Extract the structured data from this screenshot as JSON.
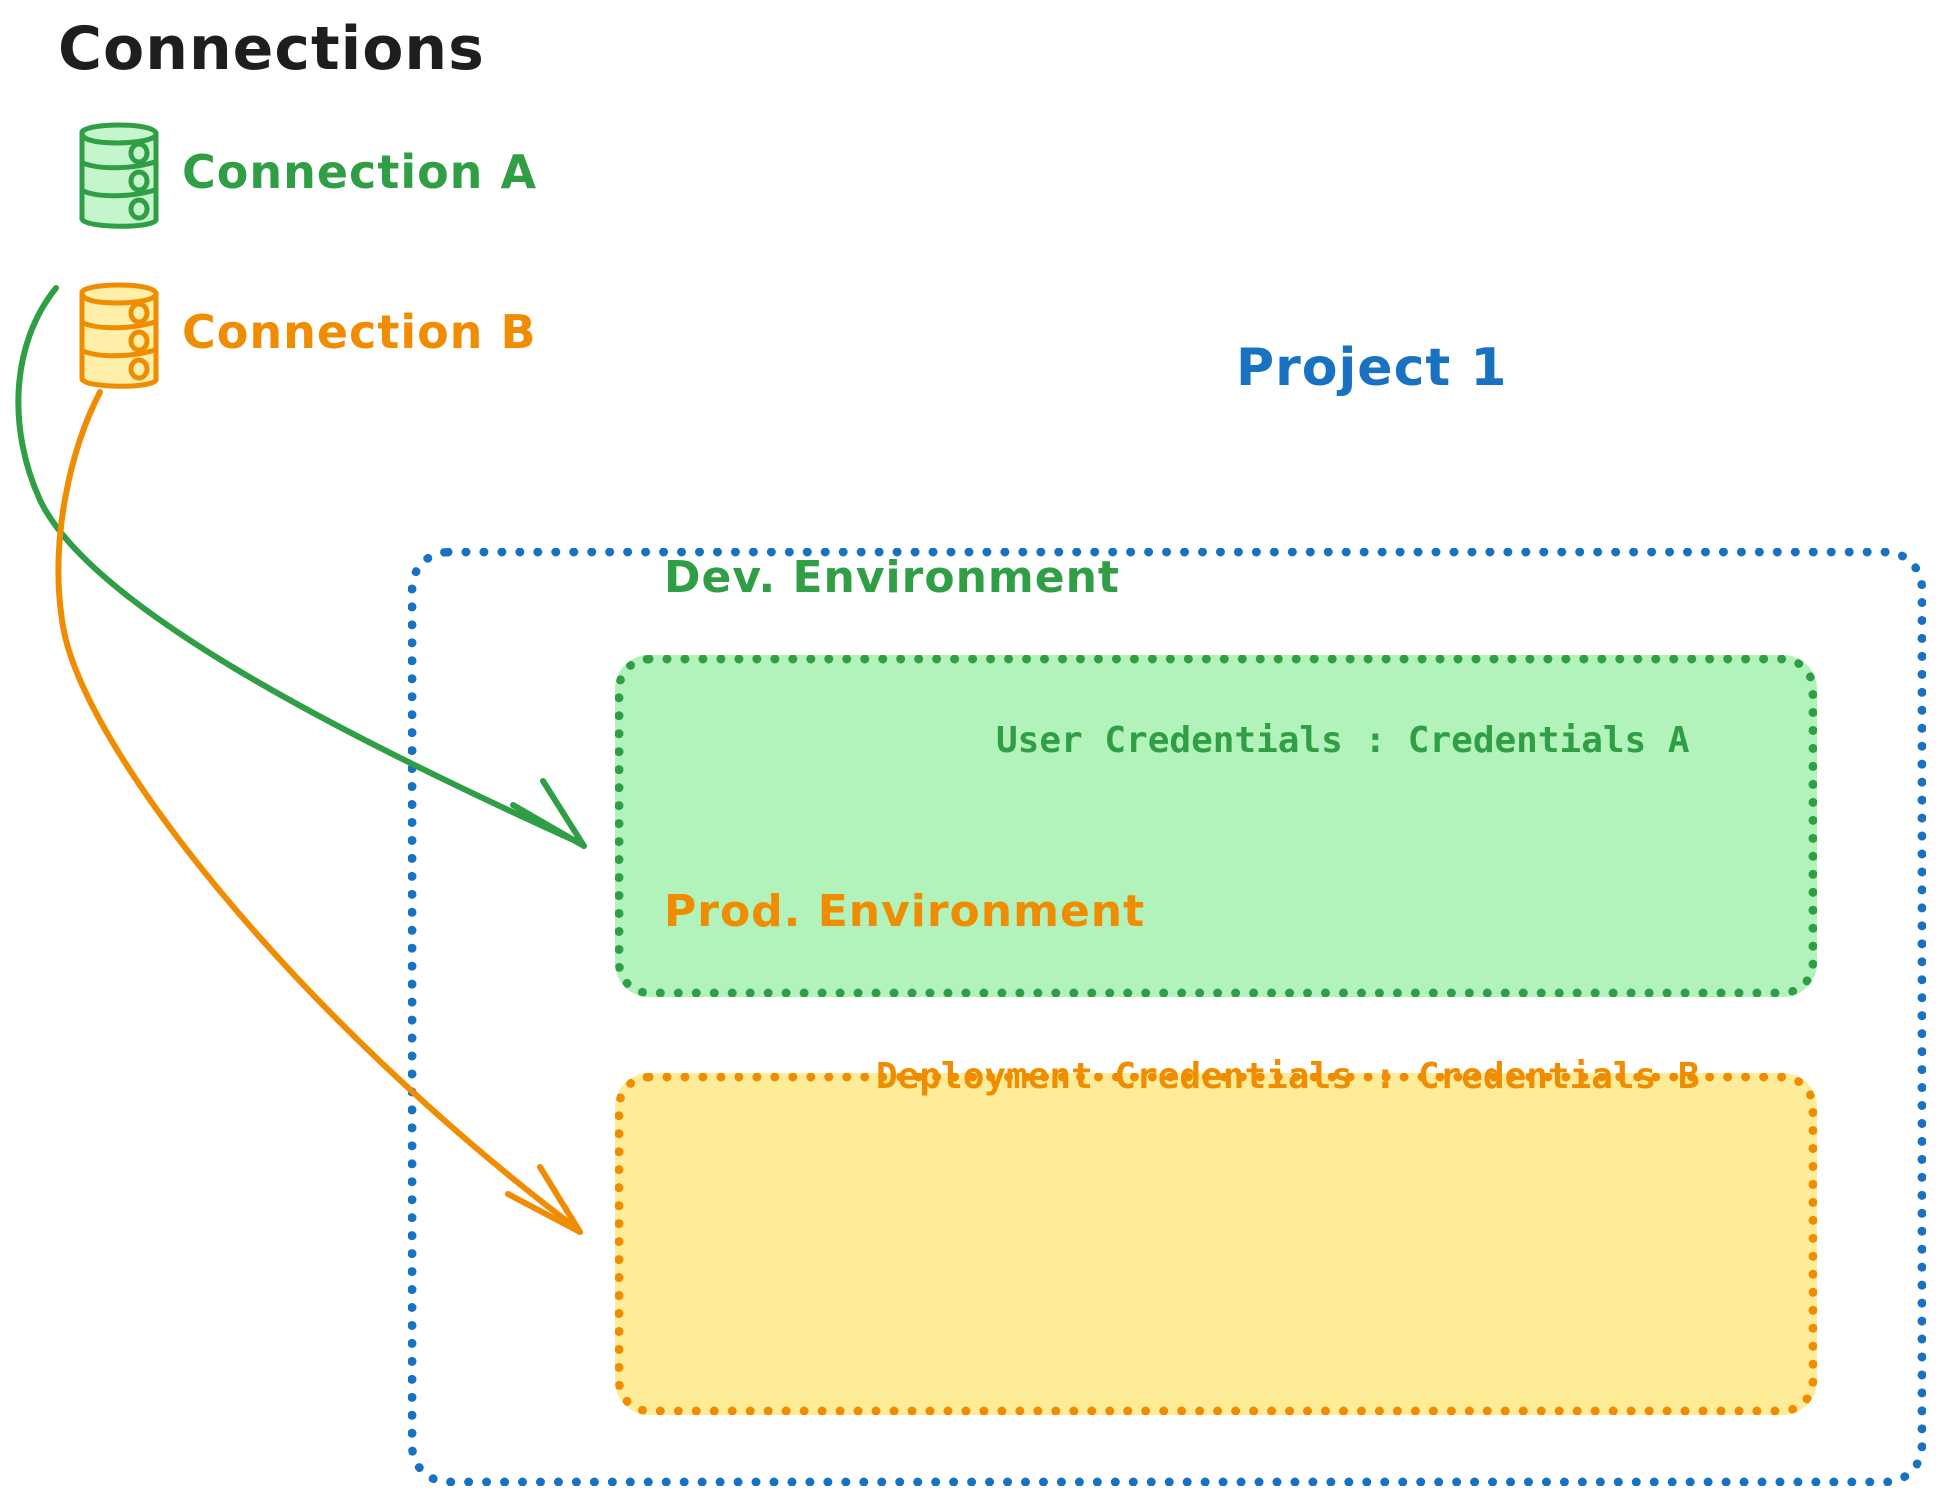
{
  "diagram": {
    "title": "Connections",
    "connections": [
      {
        "id": "a",
        "label": "Connection A",
        "color": "#2f9e44",
        "icon": "database-icon"
      },
      {
        "id": "b",
        "label": "Connection B",
        "color": "#f08c00",
        "icon": "database-icon"
      }
    ],
    "project": {
      "label": "Project 1",
      "color": "#1971c2",
      "border_style": "dotted"
    },
    "environments": [
      {
        "id": "dev",
        "label": "Dev. Environment",
        "color": "#2f9e44",
        "fill": "#b2f2bb",
        "credential_label": "User Credentials : Credentials A"
      },
      {
        "id": "prod",
        "label": "Prod. Environment",
        "color": "#f08c00",
        "fill": "#ffec99",
        "credential_label": "Deployment Credentials : Credentials B"
      }
    ],
    "arrows": [
      {
        "id": "a-to-dev",
        "from": "Connection A",
        "to": "Dev. Environment",
        "color": "#2f9e44"
      },
      {
        "id": "b-to-prod",
        "from": "Connection B",
        "to": "Prod. Environment",
        "color": "#f08c00"
      }
    ]
  }
}
